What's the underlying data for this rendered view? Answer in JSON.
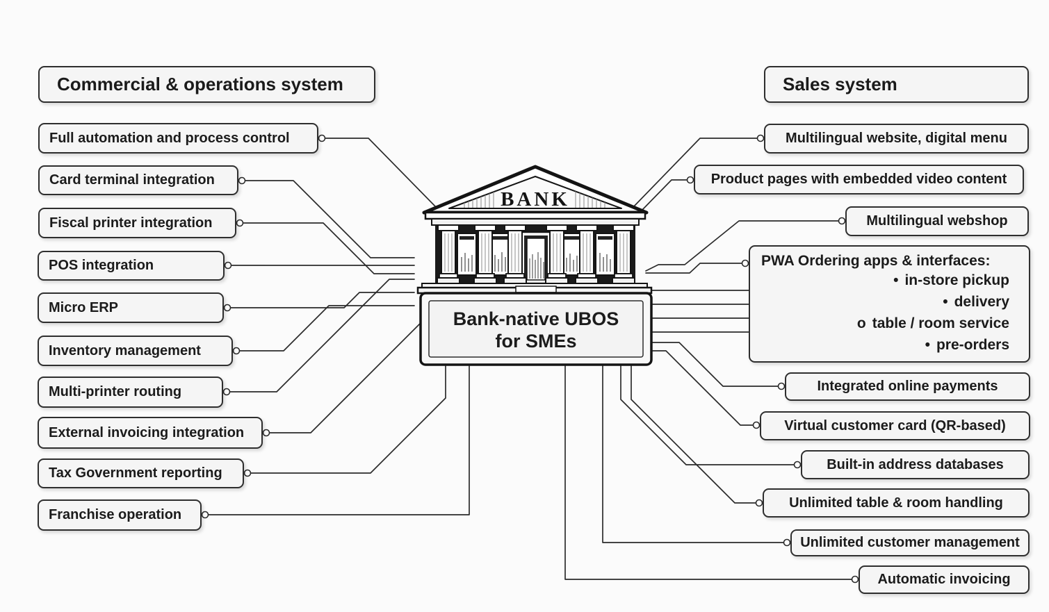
{
  "canvas": {
    "background": "#fbfbfb"
  },
  "colors": {
    "box_background": "#f5f5f5",
    "box_border": "#2e2e2e",
    "text": "#1b1b1b",
    "connector": "#2b2b2b",
    "building_ink": "#141414"
  },
  "left_panel": {
    "header": "Commercial & operations system",
    "items": [
      "Full automation and process control",
      "Card terminal integration",
      "Fiscal printer integration",
      "POS integration",
      "Micro ERP",
      "Inventory management",
      "Multi-printer routing",
      "External invoicing integration",
      "Tax Government reporting",
      "Franchise operation"
    ]
  },
  "right_panel": {
    "header": "Sales system",
    "items": [
      {
        "label": "Multilingual website, digital menu"
      },
      {
        "label": "Product pages with embedded video content"
      },
      {
        "label": "Multilingual webshop"
      },
      {
        "title": "PWA Ordering apps & interfaces:",
        "bullet_markers": [
          "•",
          "•",
          "o",
          "•"
        ],
        "bullets": [
          "in-store pickup",
          "delivery",
          "table / room service",
          "pre-orders"
        ]
      },
      {
        "label": "Integrated online payments"
      },
      {
        "label": "Virtual customer card (QR-based)"
      },
      {
        "label": "Built-in address databases"
      },
      {
        "label": "Unlimited table & room handling"
      },
      {
        "label": "Unlimited customer management"
      },
      {
        "label": "Automatic invoicing"
      }
    ]
  },
  "center": {
    "bank_sign": "BANK",
    "plaque_line1": "Bank-native UBOS",
    "plaque_line2": "for SMEs"
  }
}
